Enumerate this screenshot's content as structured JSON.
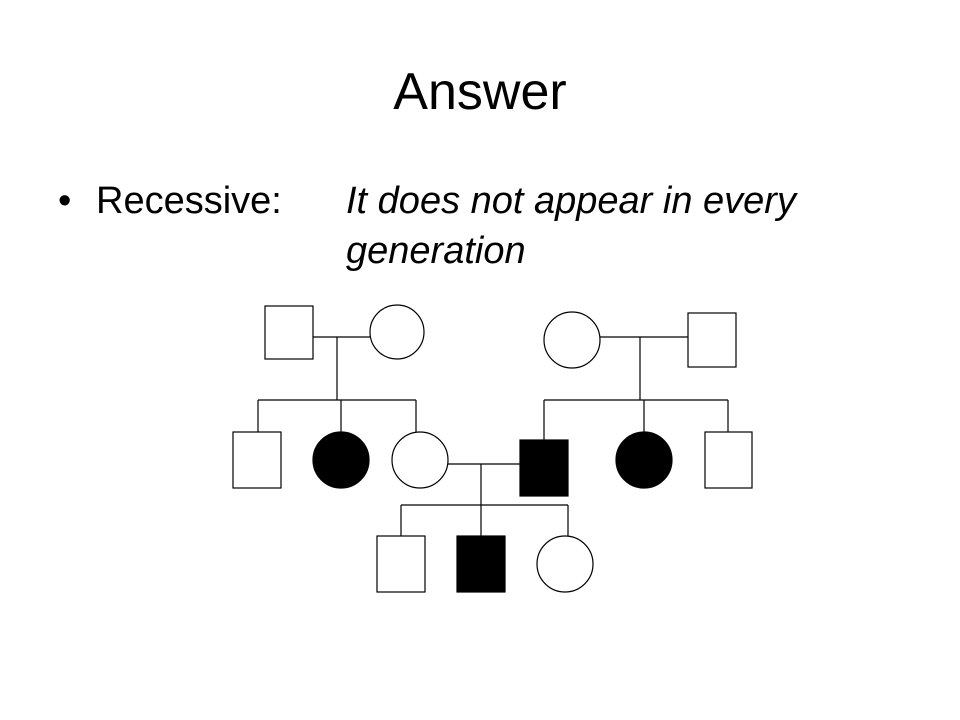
{
  "slide": {
    "title": "Answer",
    "bullet": {
      "marker": "•",
      "label": "Recessive:",
      "text": "It does not appear in every generation"
    }
  },
  "pedigree": {
    "individuals": [
      {
        "id": "g1-left-father",
        "sex": "male",
        "affected": false
      },
      {
        "id": "g1-left-mother",
        "sex": "female",
        "affected": false
      },
      {
        "id": "g1-right-mother",
        "sex": "female",
        "affected": false
      },
      {
        "id": "g1-right-father",
        "sex": "male",
        "affected": false
      },
      {
        "id": "g2-left-son",
        "sex": "male",
        "affected": false
      },
      {
        "id": "g2-left-daughter-affected",
        "sex": "female",
        "affected": true
      },
      {
        "id": "g2-left-daughter",
        "sex": "female",
        "affected": false
      },
      {
        "id": "g2-right-son-affected",
        "sex": "male",
        "affected": true
      },
      {
        "id": "g2-right-daughter-affected",
        "sex": "female",
        "affected": true
      },
      {
        "id": "g2-right-son",
        "sex": "male",
        "affected": false
      },
      {
        "id": "g3-son",
        "sex": "male",
        "affected": false
      },
      {
        "id": "g3-son-affected",
        "sex": "male",
        "affected": true
      },
      {
        "id": "g3-daughter",
        "sex": "female",
        "affected": false
      }
    ],
    "colors": {
      "affected": "#000000",
      "unaffected": "#ffffff",
      "line": "#000000"
    }
  }
}
